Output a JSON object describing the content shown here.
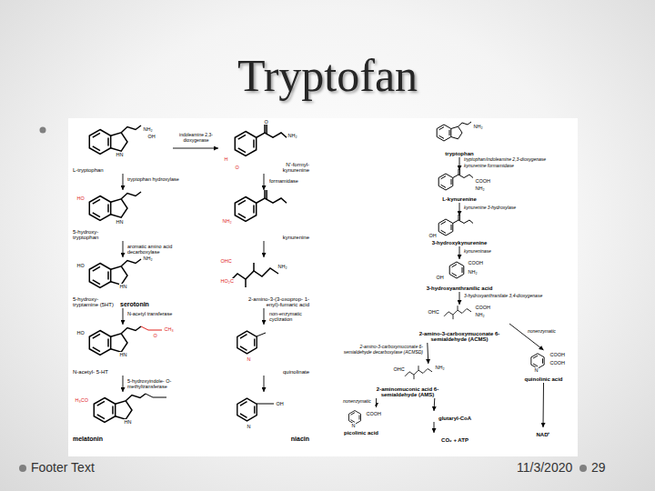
{
  "diagram": {
    "title": "Tryptofan",
    "nodes": [
      {
        "text": [
          "L-tryptophan"
        ]
      },
      {
        "text": [
          "5-hydroxy- tryptophan"
        ]
      },
      {
        "text": [
          "5-hydroxy- tryptamine (5HT)",
          "serotonin"
        ]
      },
      {
        "text": [
          "N-acetyl- 5-HT"
        ]
      },
      {
        "text": [
          "melatonin"
        ]
      },
      {
        "text": [
          "N'-formyl- kynurenine"
        ]
      },
      {
        "text": [
          "kynurenine"
        ]
      },
      {
        "text": [
          "2-amino-3-(3-oxoprop- 1-enyl)-fumaric acid"
        ]
      },
      {
        "text": [
          "quinolinate"
        ]
      },
      {
        "text": [
          "niacin"
        ]
      },
      {
        "text": [
          "tryptophan"
        ]
      },
      {
        "text": [
          "L-kynurenine"
        ]
      },
      {
        "text": [
          "3-hydroxykynurenine"
        ]
      },
      {
        "text": [
          "3-hydroxyanthranilic acid"
        ]
      },
      {
        "text": [
          "2-amino-3-carboxymuconate 6- semialdehyde (ACMS)"
        ]
      },
      {
        "text": [
          "2-aminomuconic acid 6- semialdehyde (AMS)"
        ]
      },
      {
        "text": [
          "quinolinic acid"
        ]
      },
      {
        "text": [
          "picolinic acid"
        ]
      },
      {
        "text": [
          "glutaryl-CoA"
        ]
      },
      {
        "text": [
          "CO₂ + ATP"
        ]
      },
      {
        "text": [
          "NAD⁺"
        ]
      }
    ],
    "edges": [
      {
        "from": 0,
        "to": 1,
        "label": "tryptophan hydroxylase",
        "arrow": "to"
      },
      {
        "from": 1,
        "to": 2,
        "label": "aromatic amino acid decarboxylase",
        "arrow": "to"
      },
      {
        "from": 2,
        "to": 3,
        "label": "N-acetyl transferase",
        "arrow": "to"
      },
      {
        "from": 3,
        "to": 4,
        "label": "5-hydroxyindole- O-methyltransferase",
        "arrow": "to"
      },
      {
        "from": 0,
        "to": 5,
        "label": "indoleamine 2,3-dioxygenase",
        "arrow": "to"
      },
      {
        "from": 5,
        "to": 6,
        "label": "formamidase",
        "arrow": "to"
      },
      {
        "from": 6,
        "to": 7,
        "arrow": "to"
      },
      {
        "from": 7,
        "to": 8,
        "label": "non-enzymatic cyclization",
        "arrow": "to"
      },
      {
        "from": 8,
        "to": 9,
        "arrow": "to"
      },
      {
        "from": 10,
        "to": 11,
        "label": "tryptophan/indoleamine 2,3-dioxygenase",
        "arrow": "to"
      },
      {
        "from": 11,
        "to": 12,
        "label": "kynurenine 3-hydroxylase",
        "arrow": "to"
      },
      {
        "from": 12,
        "to": 13,
        "label": "kynureninase",
        "arrow": "to"
      },
      {
        "from": 13,
        "to": 14,
        "label": "3-hydroxyanthranilate 3,4-dioxygenase",
        "arrow": "to"
      },
      {
        "from": 14,
        "to": 15,
        "label": "2-amino-3-carboxymuconate 6- semialdehyde decarboxylase (ACMSD)",
        "arrow": "to"
      },
      {
        "from": 14,
        "to": 16,
        "label": "nonenzymatic",
        "arrow": "to"
      },
      {
        "from": 15,
        "to": 17,
        "label": "nonenzymatic",
        "arrow": "to"
      },
      {
        "from": 15,
        "to": 18,
        "arrow": "to"
      },
      {
        "from": 18,
        "to": 19,
        "arrow": "to"
      },
      {
        "from": 16,
        "to": 20,
        "arrow": "to"
      }
    ],
    "labels": [
      "kynurenine formamidase",
      "HN",
      "NH₂",
      "OH",
      "HO",
      "HN",
      "HO",
      "HN",
      "NH₂",
      "HO",
      "HN",
      "O",
      "CH₃",
      "H₃CO",
      "HN",
      "O",
      "NH₂",
      "H",
      "O",
      "NH₂",
      "OHC",
      "HO₂C",
      "NH₂",
      "N",
      "N",
      "OH",
      "NH₂",
      "COOH",
      "NH₂",
      "OH",
      "COOH",
      "NH₂",
      "OH",
      "COOH",
      "NH₂",
      "OHC",
      "NH₂",
      "OHC",
      "COOH",
      "COOH",
      "N",
      "COOH",
      "N",
      "Footer Text",
      "11/3/2020",
      "29"
    ]
  }
}
